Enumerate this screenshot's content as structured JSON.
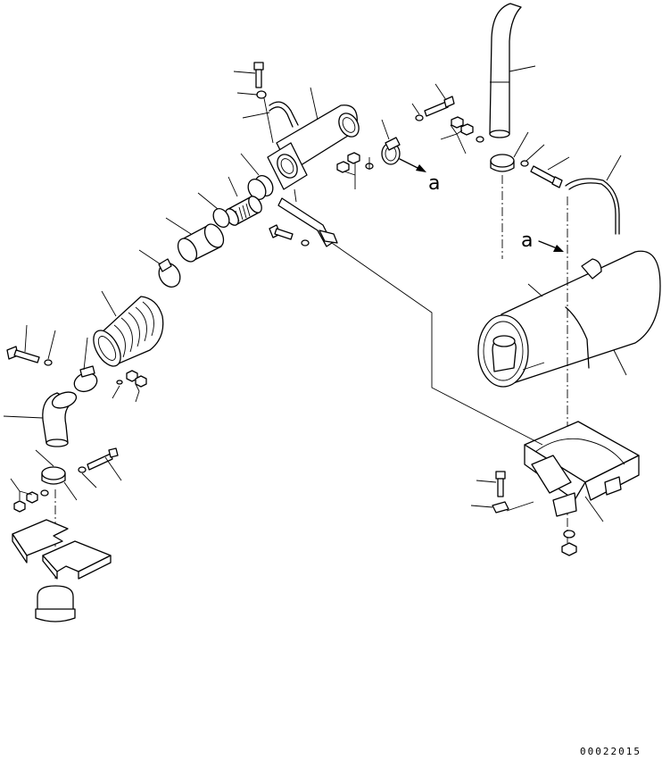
{
  "view_labels": {
    "callout_a": "a",
    "callout_a_detail": "a"
  },
  "drawing_code": "00022015"
}
